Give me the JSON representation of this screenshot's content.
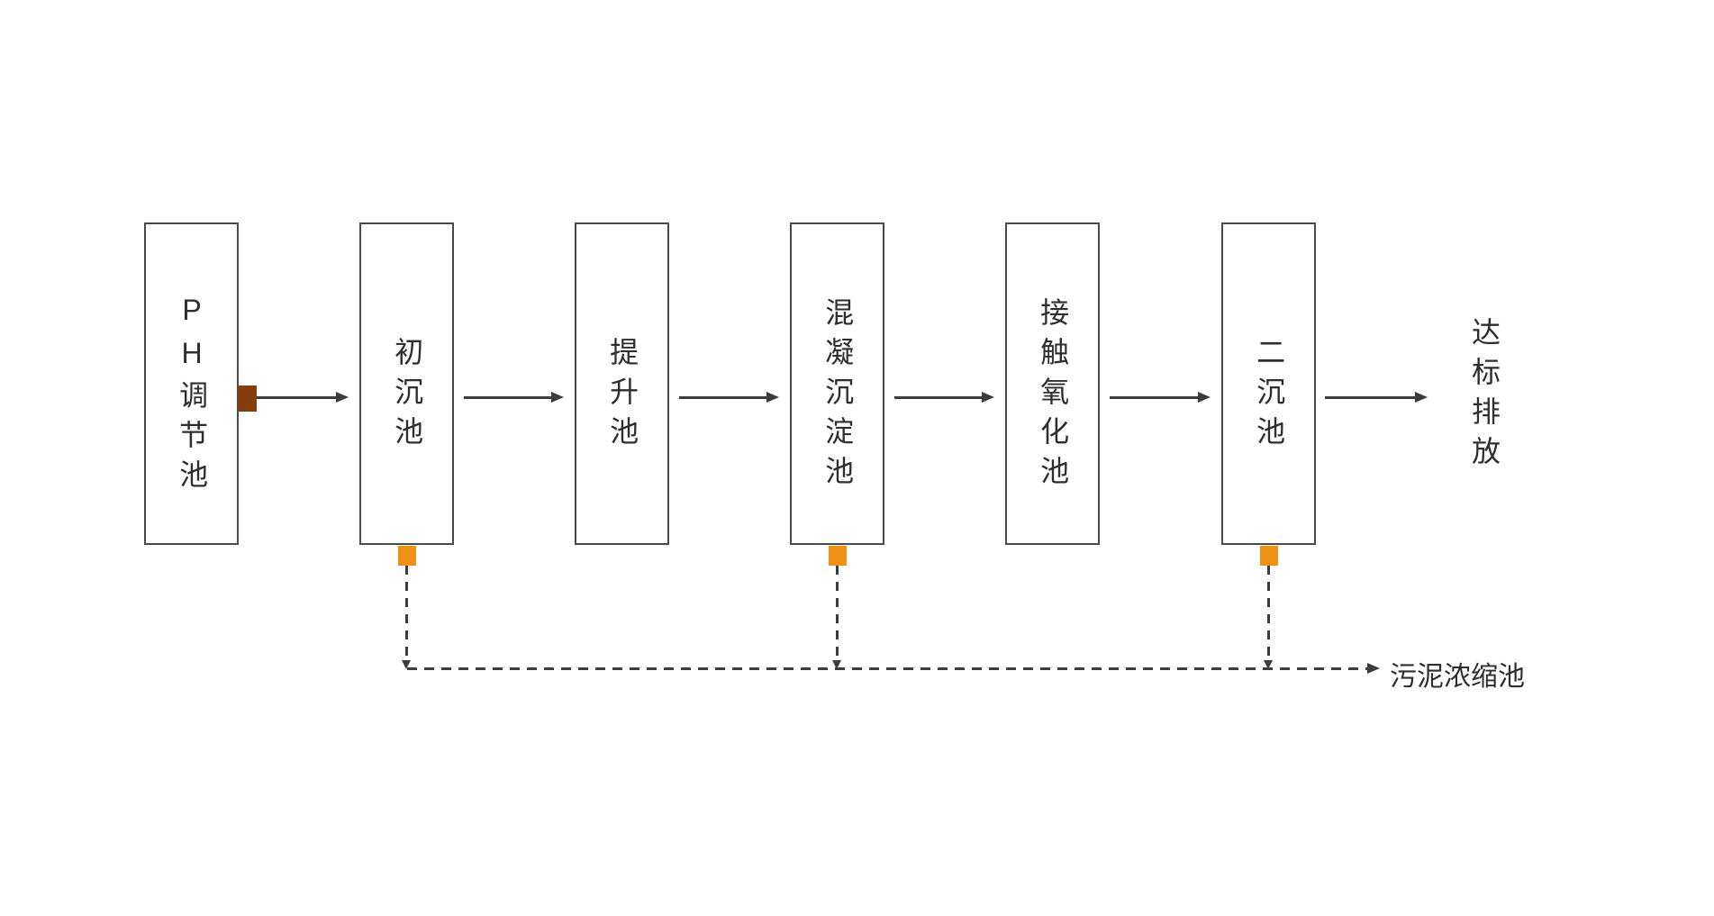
{
  "diagram": {
    "title_hint": "wastewater-treatment-process-flow",
    "stages": [
      {
        "label": "PH调节池"
      },
      {
        "label": "初沉池"
      },
      {
        "label": "提升池"
      },
      {
        "label": "混凝沉淀池"
      },
      {
        "label": "接触氧化池"
      },
      {
        "label": "二沉池"
      }
    ],
    "outlet_label": "达标排放",
    "sludge_label": "污泥浓缩池",
    "sludge_source_indexes": [
      1,
      3,
      5
    ],
    "colors": {
      "line": "#3c3c3c",
      "box_border": "#4a4a4a",
      "text": "#2e2e2e",
      "accent_orange": "#ee9115",
      "accent_brown": "#853f0f"
    }
  }
}
